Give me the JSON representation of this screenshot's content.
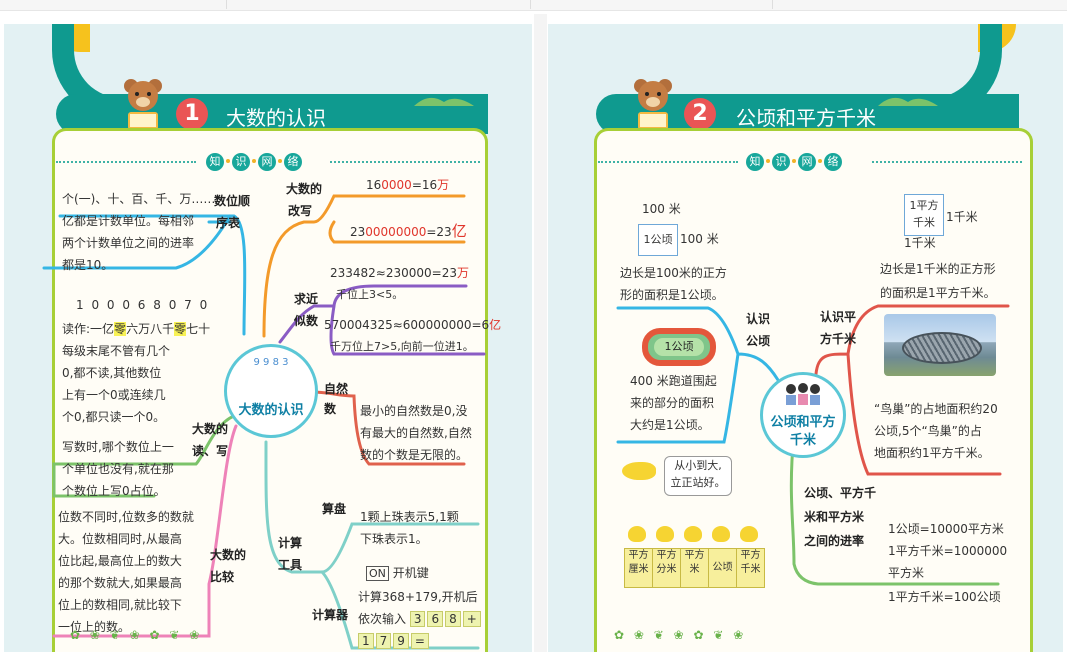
{
  "pages": [
    {
      "number": "1",
      "title": "大数的认识",
      "badge_chars": [
        "知",
        "识",
        "网",
        "络"
      ],
      "center_label": "大数的认识",
      "kids_text": "9 9 8 3",
      "branch_labels": {
        "order": "数位顺序表",
        "order_1": "数位顺",
        "order_2": "序表",
        "rewrite_1": "大数的",
        "rewrite_2": "改写",
        "approx_1": "求近",
        "approx_2": "似数",
        "natural_1": "自然",
        "natural_2": "数",
        "readwrite_1": "大数的",
        "readwrite_2": "读、写",
        "compare_1": "大数的",
        "compare_2": "比较",
        "tools_1": "计算",
        "tools_2": "工具",
        "abacus": "算盘",
        "calculator": "计算器"
      },
      "texts": {
        "order_l1": "个(一)、十、百、千、万……",
        "order_l2": "亿都是计数单位。每相邻",
        "order_l3": "两个计数单位之间的进率",
        "order_l4": "都是10。",
        "number_example": "1 0 0 0 6 8 0 7 0",
        "read_prefix": "读作:一亿",
        "read_zero1": "零",
        "read_mid": "六万八千",
        "read_zero2": "零",
        "read_suffix": "七十",
        "read_l2": "每级末尾不管有几个",
        "read_l3": "0,都不读,其他数位",
        "read_l4": "上有一个0或连续几",
        "read_l5": "个0,都只读一个0。",
        "write_l1": "写数时,哪个数位上一",
        "write_l2": "个单位也没有,就在那",
        "write_l3": "个数位上写0占位。",
        "compare_l1": "位数不同时,位数多的数就",
        "compare_l2": "大。位数相同时,从最高",
        "compare_l3": "位比起,最高位上的数大",
        "compare_l4": "的那个数就大,如果最高",
        "compare_l5": "位上的数相同,就比较下",
        "compare_l6": "一位上的数。",
        "rewrite_ex1_a": "16",
        "rewrite_ex1_b": "0000",
        "rewrite_ex1_c": "=16",
        "rewrite_ex1_unit": "万",
        "rewrite_ex2_a": "23",
        "rewrite_ex2_b": "00000000",
        "rewrite_ex2_c": "=23",
        "rewrite_ex2_unit": "亿",
        "approx_ex1_a": "233482≈230000=23",
        "approx_ex1_unit": "万",
        "approx_note1": "千位上3<5。",
        "approx_ex2_a": "570004325≈600000000=6",
        "approx_ex2_unit": "亿",
        "approx_note2": "千万位上7>5,向前一位进1。",
        "natural_l1": "最小的自然数是0,没",
        "natural_l2": "有最大的自然数,自然",
        "natural_l3": "数的个数是无限的。",
        "abacus_l1": "1颗上珠表示5,1颗",
        "abacus_l2": "下珠表示1。",
        "on_key": "ON",
        "on_key_label": "开机键",
        "calc_l1": "计算368+179,开机后",
        "calc_l2": "依次输入",
        "keys_row1": [
          "3",
          "6",
          "8",
          "+"
        ],
        "keys_row2": [
          "1",
          "7",
          "9",
          "="
        ]
      }
    },
    {
      "number": "2",
      "title": "公顷和平方千米",
      "badge_chars": [
        "知",
        "识",
        "网",
        "络"
      ],
      "center_label_1": "公顷和平方",
      "center_label_2": "千米",
      "texts": {
        "hectare_top": "100 米",
        "hectare_box": "1公顷",
        "hectare_side": "100 米",
        "hectare_def_l1": "边长是100米的正方",
        "hectare_def_l2": "形的面积是1公顷。",
        "know_hectare_1": "认识",
        "know_hectare_2": "公顷",
        "track_label": "1公顷",
        "track_l1": "400 米跑道围起",
        "track_l2": "来的部分的面积",
        "track_l3": "大约是1公顷。",
        "bubble_l1": "从小到大,",
        "bubble_l2": "立正站好。",
        "sqkm_box_1": "1平方",
        "sqkm_box_2": "千米",
        "sqkm_side": "1千米",
        "sqkm_bottom": "1千米",
        "sqkm_def_l1": "边长是1千米的正方形",
        "sqkm_def_l2": "的面积是1平方千米。",
        "know_sqkm_1": "认识平",
        "know_sqkm_2": "方千米",
        "nest_l1": "“鸟巢”的占地面积约20",
        "nest_l2": "公顷,5个“鸟巢”的占",
        "nest_l3": "地面积约1平方千米。",
        "rate_1": "公顷、平方千",
        "rate_2": "米和平方米",
        "rate_3": "之间的进率",
        "rate_l1": "1公顷=10000平方米",
        "rate_l2": "1平方千米=1000000",
        "rate_l3": "平方米",
        "rate_l4": "1平方千米=100公顷"
      },
      "cards": [
        {
          "l1": "平方",
          "l2": "厘米"
        },
        {
          "l1": "平方",
          "l2": "分米"
        },
        {
          "l1": "平方",
          "l2": "米"
        },
        {
          "l1": "",
          "l2": "公顷"
        },
        {
          "l1": "平方",
          "l2": "千米"
        }
      ]
    }
  ],
  "colors": {
    "teal": "#0f9a8f",
    "red": "#e0352b",
    "green_frame": "#a7cf36"
  }
}
